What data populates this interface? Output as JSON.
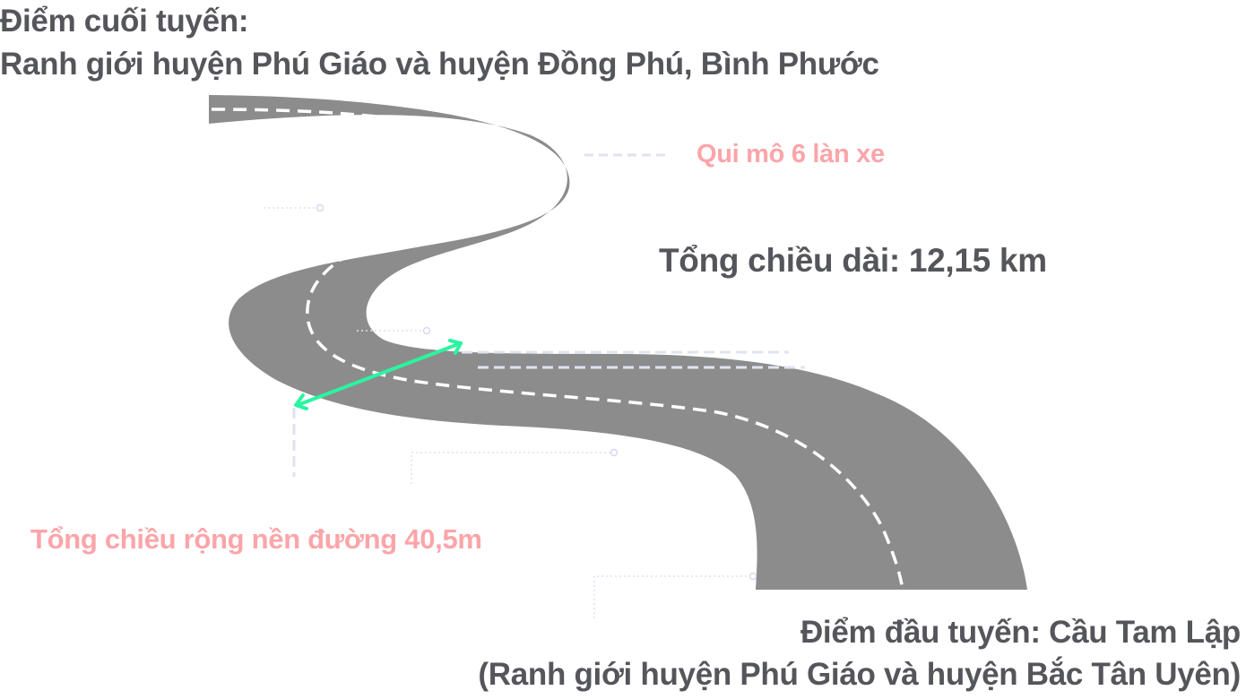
{
  "diagram": {
    "end_point": {
      "title": "Điểm cuối tuyến:",
      "description": "Ranh giới huyện Phú Giáo và huyện Đồng Phú, Bình Phước"
    },
    "lanes_label": "Qui mô 6 làn xe",
    "total_length_label": "Tổng chiều dài: 12,15 km",
    "total_width_label": "Tổng chiều rộng nền đường 40,5m",
    "start_point": {
      "title": "Điểm đầu tuyến: Cầu Tam Lập",
      "description": "(Ranh giới huyện Phú Giáo và huyện Bắc Tân Uyên)"
    },
    "colors": {
      "road": "#8c8c8c",
      "center_line": "#ffffff",
      "text_dark": "#55565b",
      "text_accent": "#fba5a9",
      "width_arrow": "#2af5a0",
      "guide_lines": "#dfe3f2"
    }
  }
}
